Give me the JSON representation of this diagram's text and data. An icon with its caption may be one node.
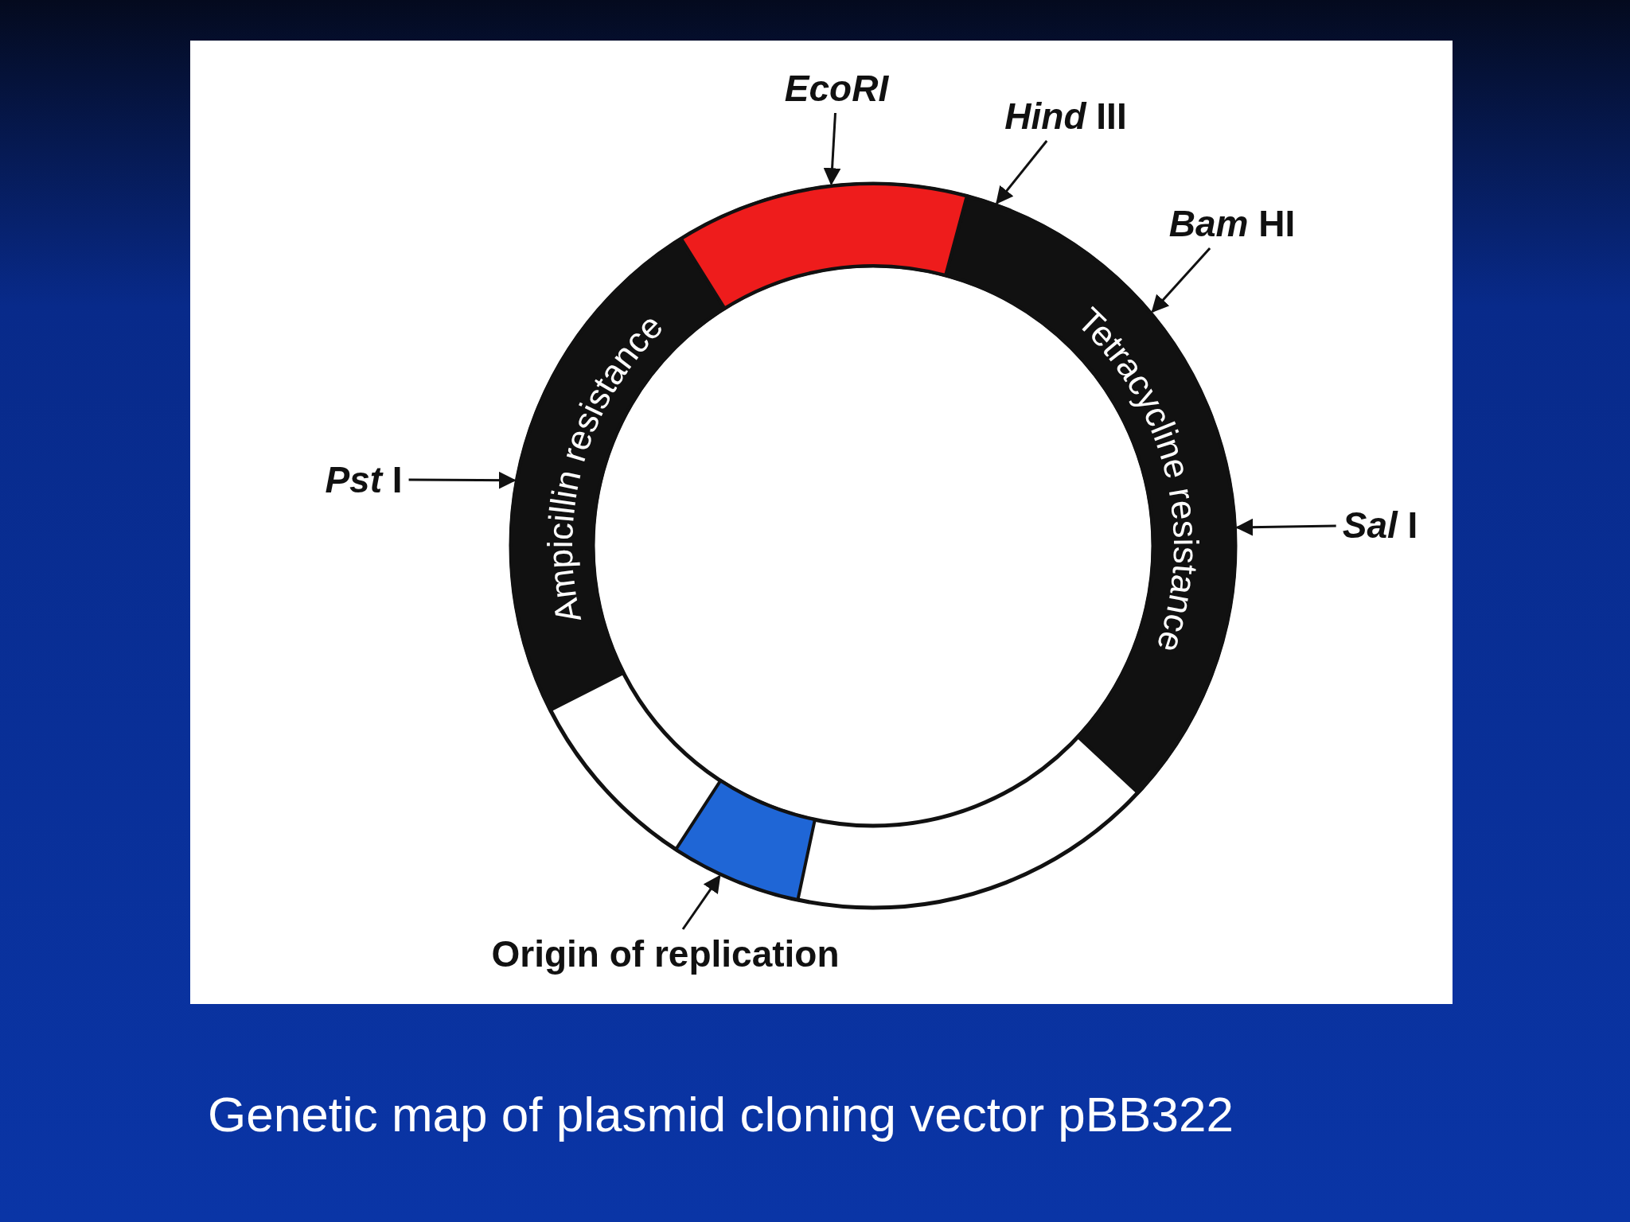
{
  "diagram": {
    "caption": "Genetic map of plasmid cloning vector pBB322",
    "nodes": [
      {
        "text": [
          "EcoRI"
        ]
      },
      {
        "text": [
          "*Hind* III"
        ]
      },
      {
        "text": [
          "*Bam* HI"
        ]
      },
      {
        "text": [
          "*Pst* I"
        ]
      },
      {
        "text": [
          "*Sal* I"
        ]
      },
      {
        "text": [
          "Origin of replication"
        ]
      },
      {
        "text": [
          "Ampicillin resistance"
        ]
      },
      {
        "text": [
          "Tetracycline resistance"
        ]
      },
      {
        "text": [],
        "shape": "bar"
      },
      {
        "text": [],
        "shape": "bar"
      }
    ],
    "edges": [
      {
        "from": 0,
        "to": 8,
        "arrow": "to"
      },
      {
        "from": 1,
        "to": 7,
        "arrow": "to"
      },
      {
        "from": 2,
        "to": 7,
        "arrow": "to"
      },
      {
        "from": 3,
        "to": 6,
        "arrow": "to"
      },
      {
        "from": 4,
        "to": 7,
        "arrow": "to"
      },
      {
        "from": 5,
        "to": 9,
        "arrow": "to"
      }
    ]
  }
}
